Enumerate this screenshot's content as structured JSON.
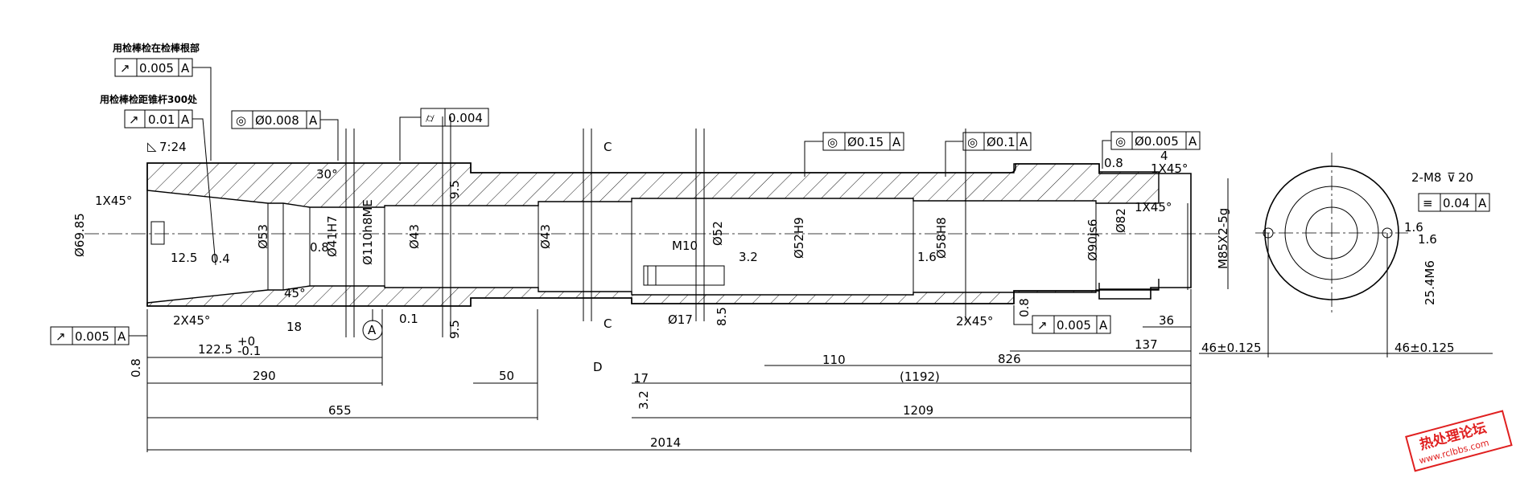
{
  "notes": {
    "note_top": "用检棒检在检棒根部",
    "note_mid": "用检棒检距锥杆300处",
    "taper": "7:24",
    "c_label_top": "C",
    "c_label_bottom": "C",
    "d_label": "D",
    "datum_a": "A",
    "thread_note": "2-M8",
    "thread_depth": "20"
  },
  "fcf": {
    "runout_1": {
      "value": "0.005",
      "datum": "A"
    },
    "runout_2": {
      "value": "0.01",
      "datum": "A"
    },
    "coax_1": {
      "value": "Ø0.008",
      "datum": "A"
    },
    "cyl_1": {
      "value": "0.004"
    },
    "coax_2": {
      "value": "Ø0.15",
      "datum": "A"
    },
    "coax_3": {
      "value": "Ø0.1",
      "datum": "A"
    },
    "coax_4": {
      "value": "Ø0.005",
      "datum": "A"
    },
    "sym_1": {
      "value": "0.04",
      "datum": "A"
    },
    "runout_3": {
      "value": "0.005",
      "datum": "A"
    },
    "runout_4": {
      "value": "0.005",
      "datum": "A"
    }
  },
  "dims": {
    "d_6985": "Ø69.85",
    "chamfer_1": "1X45°",
    "len_125": "12.5",
    "ra_04": "0.4",
    "d_53": "Ø53",
    "ang_30": "30°",
    "ang_45": "45°",
    "r_08": "0.8",
    "d_41h7": "Ø41H7",
    "d_110": "Ø110h8ME",
    "d_43a": "Ø43",
    "d_43b": "Ø43",
    "len_95a": "9.5",
    "len_95b": "9.5",
    "chamfer_2": "2X45°",
    "len_1225": "122.5",
    "tol_1225_up": "+0",
    "tol_1225_dn": "-0.1",
    "len_18": "18",
    "ra_01": "0.1",
    "len_290": "290",
    "len_50": "50",
    "len_655": "655",
    "len_2014": "2014",
    "m10": "M10",
    "d_52": "Ø52",
    "ra_32a": "3.2",
    "d_52h9": "Ø52H9",
    "d_17": "Ø17",
    "len_85": "8.5",
    "len_17": "17",
    "ra_32b": "3.2",
    "len_110": "110",
    "len_1192": "(1192)",
    "len_1209": "1209",
    "ra_16a": "1.6",
    "d_58h8": "Ø58H8",
    "chamfer_3": "2X45°",
    "ra_08b": "0.8",
    "len_826": "826",
    "d_90": "Ø90js6",
    "d_82": "Ø82",
    "ra_08c": "0.8",
    "len_4": "4",
    "chamfer_4": "1X45°",
    "chamfer_5": "1X45°",
    "m85": "M85X2-5g",
    "len_36": "36",
    "len_137": "137",
    "len_46a": "46±0.125",
    "len_46b": "46±0.125",
    "d_254": "25.4M6",
    "ra_16b": "1.6",
    "ra_16c": "1.6",
    "ra_08d": "0.8"
  },
  "watermark": {
    "title": "热处理论坛",
    "url": "www.rclbbs.com"
  }
}
